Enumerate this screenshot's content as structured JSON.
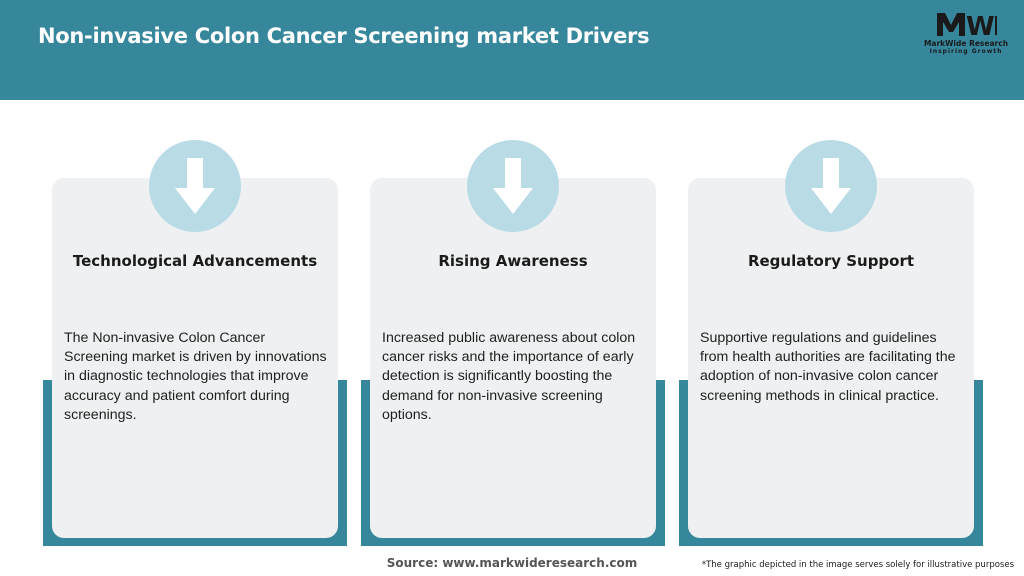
{
  "header": {
    "title": "Non-invasive Colon Cancer Screening market Drivers",
    "background_color": "#37879c"
  },
  "logo": {
    "mark": "MWR",
    "name": "MarkWide Research",
    "tagline": "Inspiring Growth"
  },
  "cards": [
    {
      "icon": "arrow-down-icon",
      "heading": "Technological Advancements",
      "text": "The Non-invasive Colon Cancer Screening market is driven by innovations in diagnostic technologies that improve accuracy and patient comfort during screenings."
    },
    {
      "icon": "arrow-down-icon",
      "heading": "Rising Awareness",
      "text": "Increased public awareness about colon cancer risks and the importance of early detection is significantly boosting the demand for non-invasive screening options."
    },
    {
      "icon": "arrow-down-icon",
      "heading": "Regulatory Support",
      "text": "Supportive regulations and guidelines from health authorities are facilitating the adoption of non-invasive colon cancer screening methods in clinical practice."
    }
  ],
  "colors": {
    "accent": "#37879c",
    "card_background": "#eef0f1",
    "icon_circle": "#b8dbe6"
  },
  "footer": {
    "source": "Source: www.markwideresearch.com",
    "disclaimer": "*The graphic depicted in the image serves solely for illustrative purposes"
  }
}
